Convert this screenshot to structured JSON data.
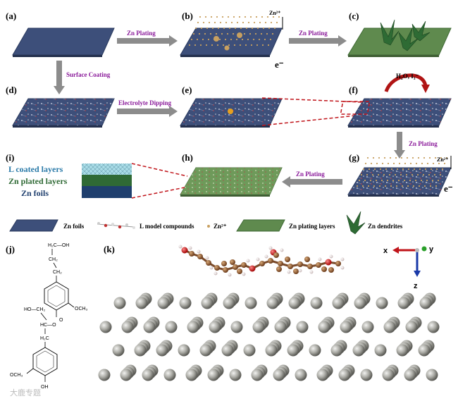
{
  "panels": {
    "a": "(a)",
    "b": "(b)",
    "c": "(c)",
    "d": "(d)",
    "e": "(e)",
    "f": "(f)",
    "g": "(g)",
    "h": "(h)",
    "i": "(i)",
    "j": "(j)",
    "k": "(k)"
  },
  "arrows": {
    "a_b": "Zn Plating",
    "b_c": "Zn Plating",
    "a_d": "Surface Coating",
    "d_e": "Electrolyte Dipping",
    "f_g": "Zn Plating",
    "g_h": "Zn Plating"
  },
  "annotations": {
    "zn2_b": "Zn²⁺",
    "e_b": "e⁻",
    "zn2_g": "Zn²⁺",
    "e_g": "e⁻",
    "f_release": "H₂O, I₃⁻"
  },
  "layers": {
    "coated": "L coated layers",
    "plated": "Zn plated layers",
    "foils": "Zn foils"
  },
  "legend": {
    "zn_foils": "Zn foils",
    "l_model": "L model compounds",
    "zn2": "Zn²⁺",
    "plating_layers": "Zn plating layers",
    "dendrites": "Zn dendrites"
  },
  "structure": {
    "ch2oh_top": "H₂C—OH",
    "ch2_1": "CH₂",
    "ch2_2": "CH₂",
    "och3_1": "OCH₃",
    "hoch2": "HO—CH₂",
    "hc_o": "HC—O",
    "h2c": "H₂C",
    "och3_2": "OCH₃",
    "oh": "OH"
  },
  "axes": {
    "x": "x",
    "y": "y",
    "z": "z"
  },
  "watermark": "大鹿专题",
  "colors": {
    "foil": "#3d4f7a",
    "foil_edge": "#2a3a5e",
    "plating": "#5f8a4e",
    "dendrite": "#2e6b34",
    "arrow": "#8c8c8c",
    "label_purple": "#8a1a9a",
    "dash_red": "#c0141a",
    "zn_atom": "#9a9a94",
    "coated_layer": "#a8dbe6",
    "plated_layer": "#2f6a35",
    "foil_layer": "#1f3f6e",
    "coated_text": "#2a7aa8",
    "plated_text": "#2f6a35",
    "foil_text": "#1f3f6e"
  }
}
